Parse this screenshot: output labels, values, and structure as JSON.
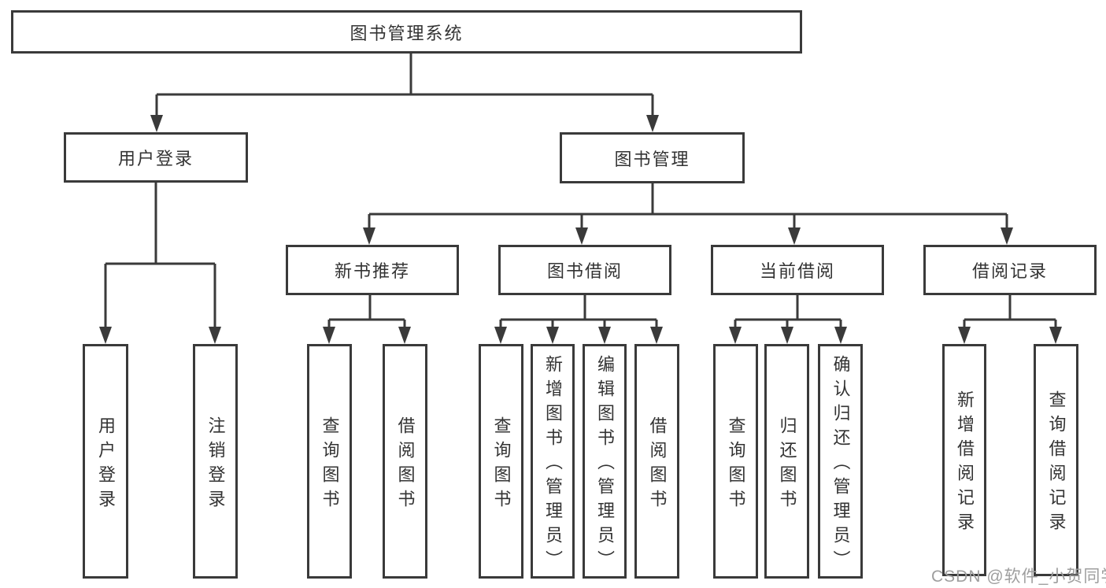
{
  "diagram": {
    "root": {
      "label": "图书管理系统"
    },
    "branches": [
      {
        "label": "用户登录",
        "children": [
          {
            "label": "用户登录"
          },
          {
            "label": "注销登录"
          }
        ]
      },
      {
        "label": "图书管理",
        "children": [
          {
            "label": "新书推荐",
            "children": [
              {
                "label": "查询图书"
              },
              {
                "label": "借阅图书"
              }
            ]
          },
          {
            "label": "图书借阅",
            "children": [
              {
                "label": "查询图书"
              },
              {
                "label": "新增图书（管理员）"
              },
              {
                "label": "编辑图书（管理员）"
              },
              {
                "label": "借阅图书"
              }
            ]
          },
          {
            "label": "当前借阅",
            "children": [
              {
                "label": "查询图书"
              },
              {
                "label": "归还图书"
              },
              {
                "label": "确认归还（管理员）"
              }
            ]
          },
          {
            "label": "借阅记录",
            "children": [
              {
                "label": "新增借阅记录"
              },
              {
                "label": "查询借阅记录"
              }
            ]
          }
        ]
      }
    ]
  },
  "watermark": {
    "text": "CSDN @软件_小贺同学"
  },
  "colors": {
    "line": "#3a3a3a",
    "text": "#333333",
    "watermark": "#9e9e9e",
    "background": "#ffffff"
  }
}
